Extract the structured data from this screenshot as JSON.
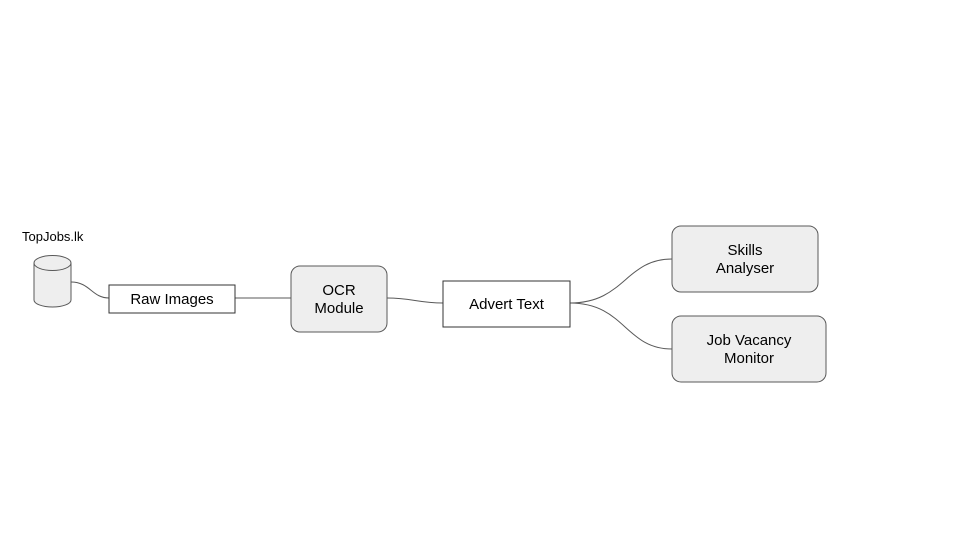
{
  "source": {
    "label": "TopJobs.lk"
  },
  "nodes": {
    "raw_images": "Raw Images",
    "ocr_module": [
      "OCR",
      "Module"
    ],
    "advert_text": "Advert Text",
    "skills_analyser": [
      "Skills",
      "Analyser"
    ],
    "job_vacancy_monitor": [
      "Job Vacancy",
      "Monitor"
    ]
  }
}
